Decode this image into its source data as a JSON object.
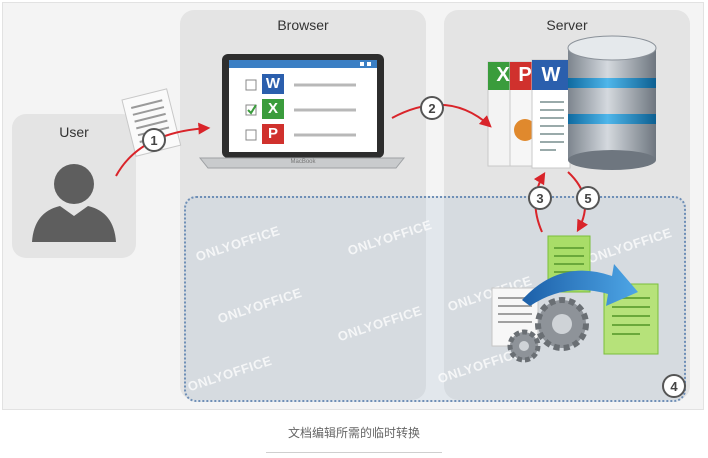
{
  "panels": {
    "user": {
      "label": "User"
    },
    "browser": {
      "label": "Browser"
    },
    "server": {
      "label": "Server"
    }
  },
  "steps": [
    "1",
    "2",
    "3",
    "4",
    "5"
  ],
  "doc_letters": {
    "word": "W",
    "excel": "X",
    "powerpoint": "P"
  },
  "laptop_brand": "MacBook",
  "watermark": "ONLYOFFICE",
  "caption": "文档编辑所需的临时转换",
  "colors": {
    "arrow": "#d9242a",
    "word": "#2b5fad",
    "excel": "#3a9c3c",
    "powerpoint": "#d0312d",
    "zone_border": "#6f8fb6",
    "db": "#9aa3ad",
    "db_band": "#1f8ec9"
  }
}
